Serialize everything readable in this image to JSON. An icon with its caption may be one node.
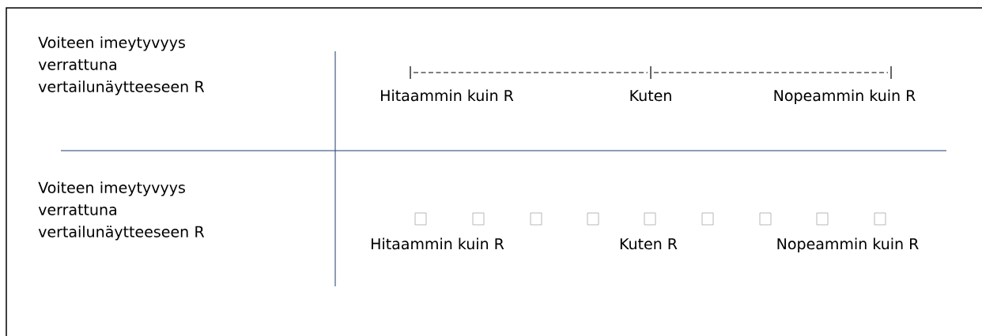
{
  "diagram": {
    "labels": [
      "Voiteen imeytyvyys verrattuna vertailunäytteeseen R",
      "Hitaammin kuin R",
      "Kuten",
      "Nopeammin kuin R",
      "Voiteen imeytyvyys verrattuna vertailunäytteeseen R",
      "Hitaammin kuin R",
      "Kuten R",
      "Nopeammin kuin R"
    ]
  }
}
